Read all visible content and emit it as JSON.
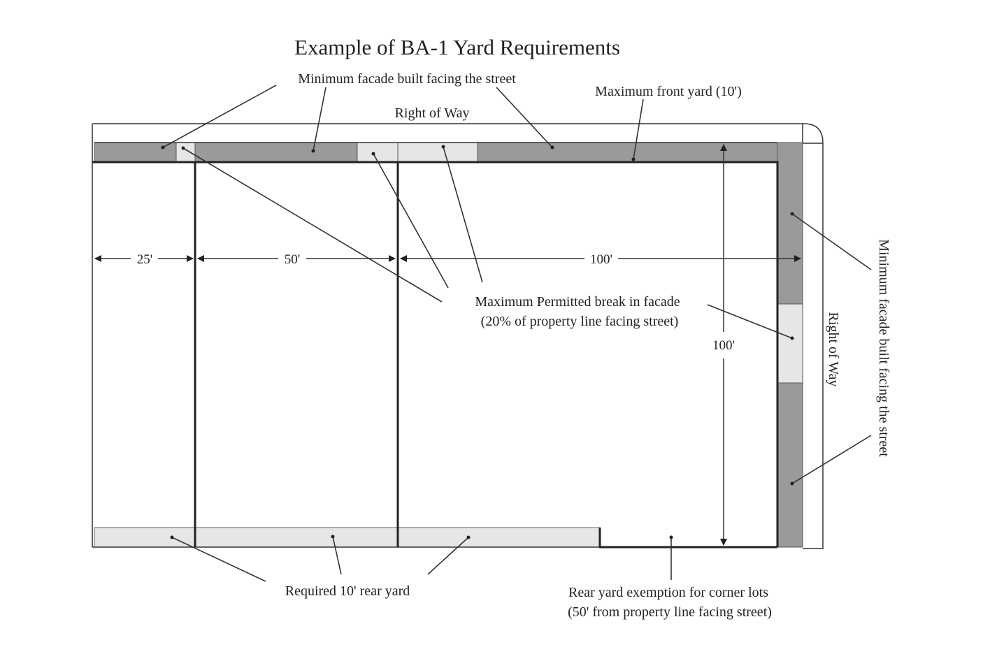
{
  "title": "Example of BA-1 Yard Requirements",
  "labels": {
    "min_facade_top": "Minimum facade built facing the street",
    "max_front_yard": "Maximum front yard (10')",
    "row_top": "Right of Way",
    "row_right": "Right of Way",
    "min_facade_right": "Minimum facade built facing the street",
    "max_break_line1": "Maximum Permitted break in facade",
    "max_break_line2": "(20% of property line facing street)",
    "rear_yard": "Required 10' rear yard",
    "rear_exempt_line1": "Rear yard exemption for corner lots",
    "rear_exempt_line2": "(50' from property line facing street)"
  },
  "dimensions": {
    "lot1_width": "25'",
    "lot2_width": "50'",
    "lot3_width": "100'",
    "lot3_depth": "100'"
  },
  "colors": {
    "facade_built": "#9a9a9a",
    "facade_break": "#e6e6e6",
    "rear_yard": "#e6e6e6",
    "line": "#222222"
  }
}
